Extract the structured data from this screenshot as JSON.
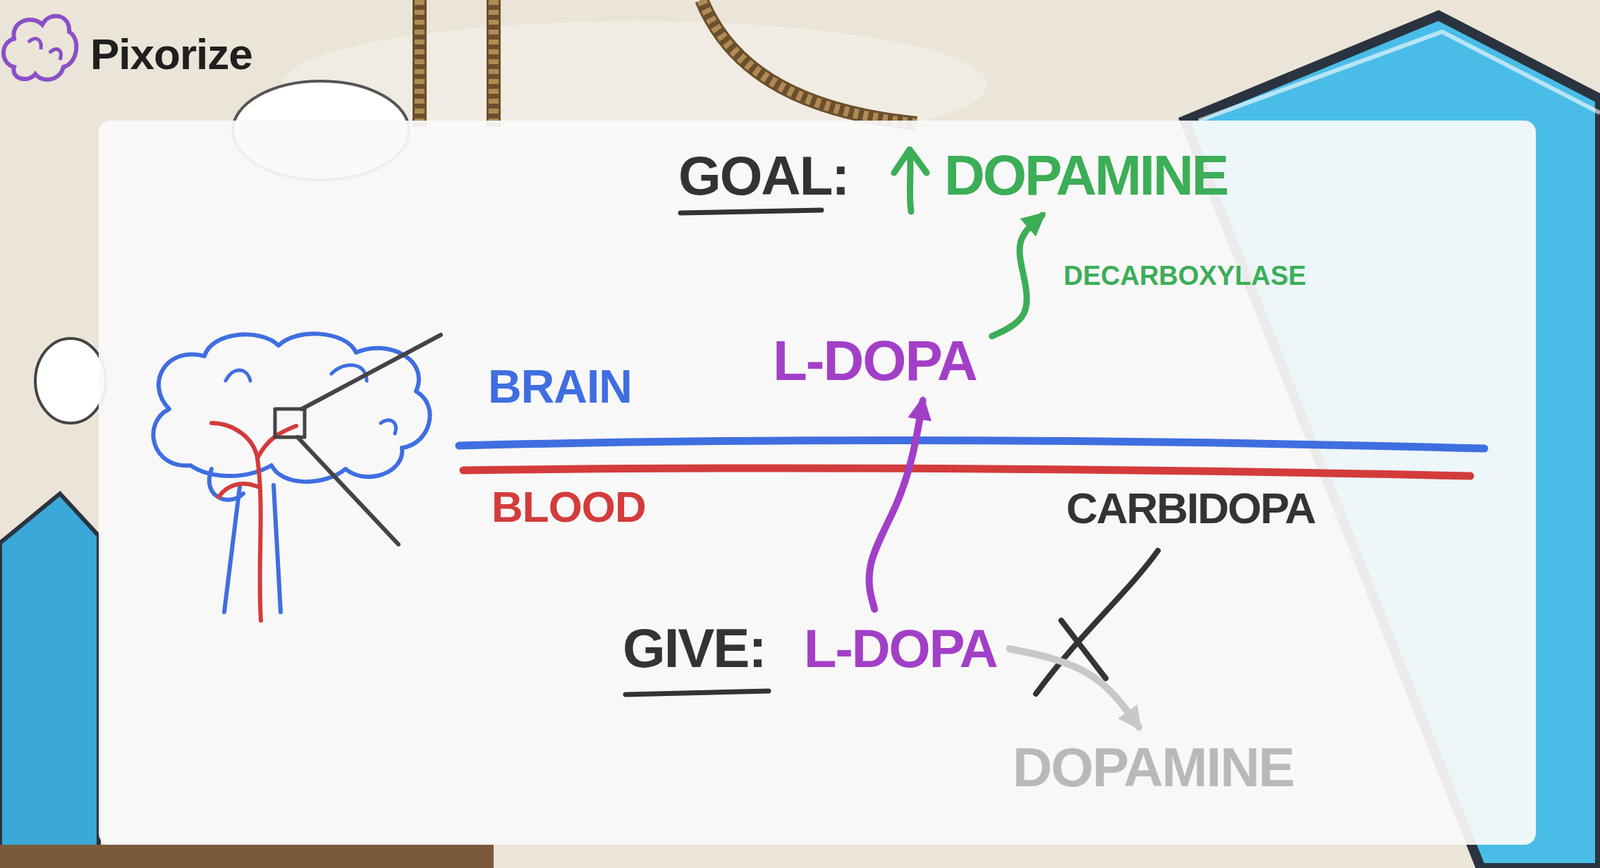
{
  "diagram": {
    "nodes": [
      {
        "text": [
          "DOPAMINE"
        ]
      },
      {
        "text": [
          "L-DOPA"
        ]
      },
      {
        "text": [
          "L-DOPA"
        ]
      },
      {
        "text": [
          "DOPAMINE"
        ]
      }
    ],
    "edges": [
      {
        "from": 1,
        "to": 0,
        "arrow": "to",
        "label": "DECARBOXYLASE"
      },
      {
        "from": 2,
        "to": 1,
        "arrow": "to"
      },
      {
        "from": 2,
        "to": 3,
        "arrow": "to"
      }
    ],
    "labels": [
      "Pixorize",
      "GOAL:",
      "BRAIN",
      "BLOOD",
      "CARBIDOPA",
      "GIVE:"
    ]
  }
}
